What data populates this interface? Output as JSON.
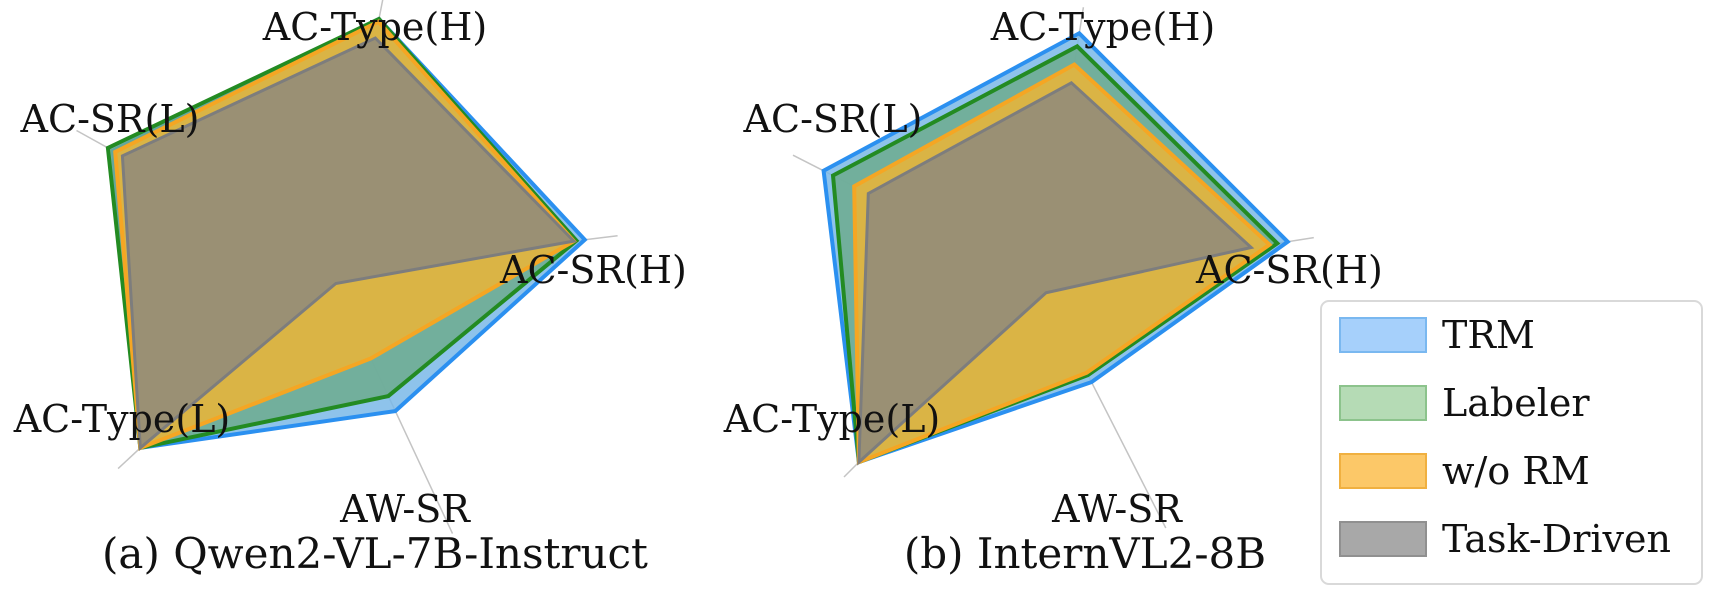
{
  "chart_data": [
    {
      "type": "radar",
      "caption": "(a) Qwen2-VL-7B-Instruct",
      "axes": [
        "AC-Type(H)",
        "AC-SR(H)",
        "AW-SR",
        "AC-Type(L)",
        "AC-SR(L)"
      ],
      "series": [
        {
          "name": "TRM",
          "values": [
            0.93,
            0.93,
            0.56,
            0.94,
            0.9
          ]
        },
        {
          "name": "Labeler",
          "values": [
            0.93,
            0.9,
            0.5,
            0.94,
            0.92
          ]
        },
        {
          "name": "w/o RM",
          "values": [
            0.92,
            0.89,
            0.35,
            0.94,
            0.89
          ]
        },
        {
          "name": "Task-Driven",
          "values": [
            0.86,
            0.89,
            0.05,
            0.94,
            0.86
          ]
        }
      ]
    },
    {
      "type": "radar",
      "caption": "(b) InternVL2-8B",
      "axes": [
        "AC-Type(H)",
        "AC-SR(H)",
        "AW-SR",
        "AC-Type(L)",
        "AC-SR(L)"
      ],
      "series": [
        {
          "name": "TRM",
          "values": [
            0.95,
            0.95,
            0.43,
            0.97,
            0.92
          ]
        },
        {
          "name": "Labeler",
          "values": [
            0.9,
            0.91,
            0.4,
            0.97,
            0.88
          ]
        },
        {
          "name": "w/o RM",
          "values": [
            0.83,
            0.88,
            0.39,
            0.97,
            0.79
          ]
        },
        {
          "name": "Task-Driven",
          "values": [
            0.76,
            0.81,
            0.05,
            0.97,
            0.73
          ]
        }
      ]
    }
  ],
  "legend": {
    "items": [
      {
        "name": "TRM",
        "color": "#2b90f0",
        "fill": "#a6d0fb"
      },
      {
        "name": "Labeler",
        "color": "#238b22",
        "fill": "#b5dbb5"
      },
      {
        "name": "w/o RM",
        "color": "#f5a623",
        "fill": "#fcc868"
      },
      {
        "name": "Task-Driven",
        "color": "#8a8a8a",
        "fill": "#a8a8a8"
      }
    ]
  },
  "styles": {
    "TRM": {
      "stroke": "#2b90f0",
      "fill": "#7ab8e8",
      "opacity": 0.85
    },
    "Labeler": {
      "stroke": "#238b22",
      "fill": "#6dab8e",
      "opacity": 0.85
    },
    "w/o RM": {
      "stroke": "#f5a623",
      "fill": "#e6b53c",
      "opacity": 0.9
    },
    "Task-Driven": {
      "stroke": "#7d7d7d",
      "fill": "#958d78",
      "opacity": 0.92
    }
  }
}
